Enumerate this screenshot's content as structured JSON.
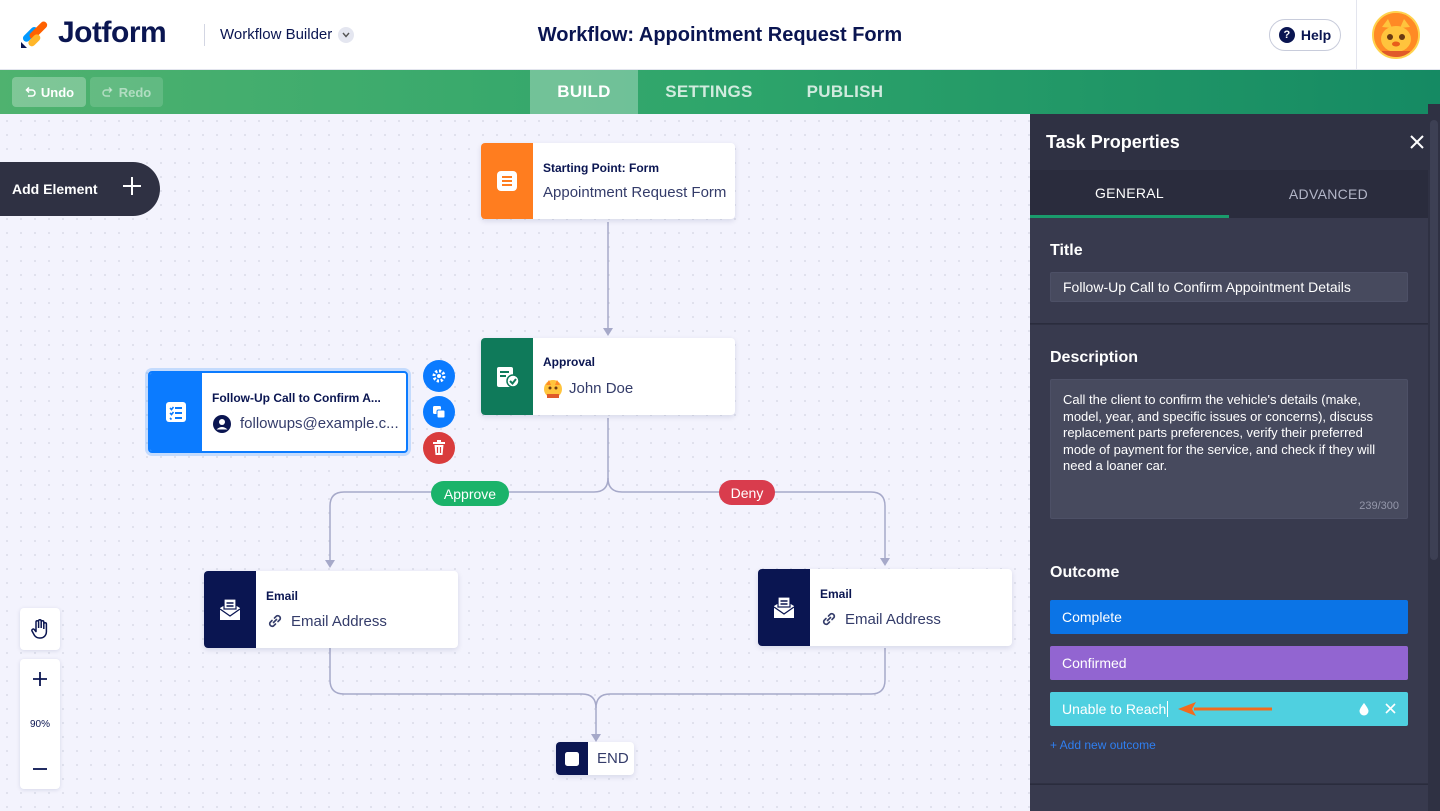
{
  "header": {
    "logo_text": "Jotform",
    "builder_label": "Workflow Builder",
    "workflow_title": "Workflow: Appointment Request Form",
    "help_label": "Help"
  },
  "toolbar": {
    "undo_label": "Undo",
    "redo_label": "Redo",
    "tabs": [
      {
        "label": "BUILD",
        "active": true
      },
      {
        "label": "SETTINGS",
        "active": false
      },
      {
        "label": "PUBLISH",
        "active": false
      }
    ]
  },
  "canvas": {
    "add_element_label": "Add Element",
    "nodes": {
      "start": {
        "title": "Starting Point: Form",
        "subtitle": "Appointment Request Form",
        "color": "#ff7d1f",
        "icon": "form-icon"
      },
      "approval": {
        "title": "Approval",
        "subtitle": "John Doe",
        "color": "#0f7a5a",
        "icon": "approval-icon"
      },
      "task": {
        "title": "Follow-Up Call to Confirm A...",
        "subtitle": "followups@example.c...",
        "color": "#0b7bff",
        "icon": "task-list-icon"
      },
      "email_approve": {
        "title": "Email",
        "subtitle": "Email Address",
        "color": "#0a1551",
        "icon": "email-icon"
      },
      "email_deny": {
        "title": "Email",
        "subtitle": "Email Address",
        "color": "#0a1551",
        "icon": "email-icon"
      },
      "end": {
        "label": "END"
      }
    },
    "branches": {
      "approve": "Approve",
      "deny": "Deny"
    },
    "branch_colors": {
      "approve": "#1bb36a",
      "deny": "#d93c4d"
    },
    "zoom": {
      "level": "90%"
    }
  },
  "panel": {
    "title": "Task Properties",
    "tabs": [
      {
        "label": "GENERAL",
        "active": true
      },
      {
        "label": "ADVANCED",
        "active": false
      }
    ],
    "title_label": "Title",
    "title_value": "Follow-Up Call to Confirm Appointment Details",
    "description_label": "Description",
    "description_value": "Call the client to confirm the vehicle's details (make, model, year, and specific issues or concerns), discuss replacement parts preferences, verify their preferred mode of payment for the service, and check if they will need a loaner car.",
    "description_counter": "239/300",
    "outcome_label": "Outcome",
    "outcomes": [
      {
        "label": "Complete",
        "color": "#0b74e6"
      },
      {
        "label": "Confirmed",
        "color": "#9265d1"
      },
      {
        "label": "Unable to Reach",
        "color": "#4fd0e0"
      }
    ],
    "add_outcome_label": "+ Add new outcome"
  }
}
